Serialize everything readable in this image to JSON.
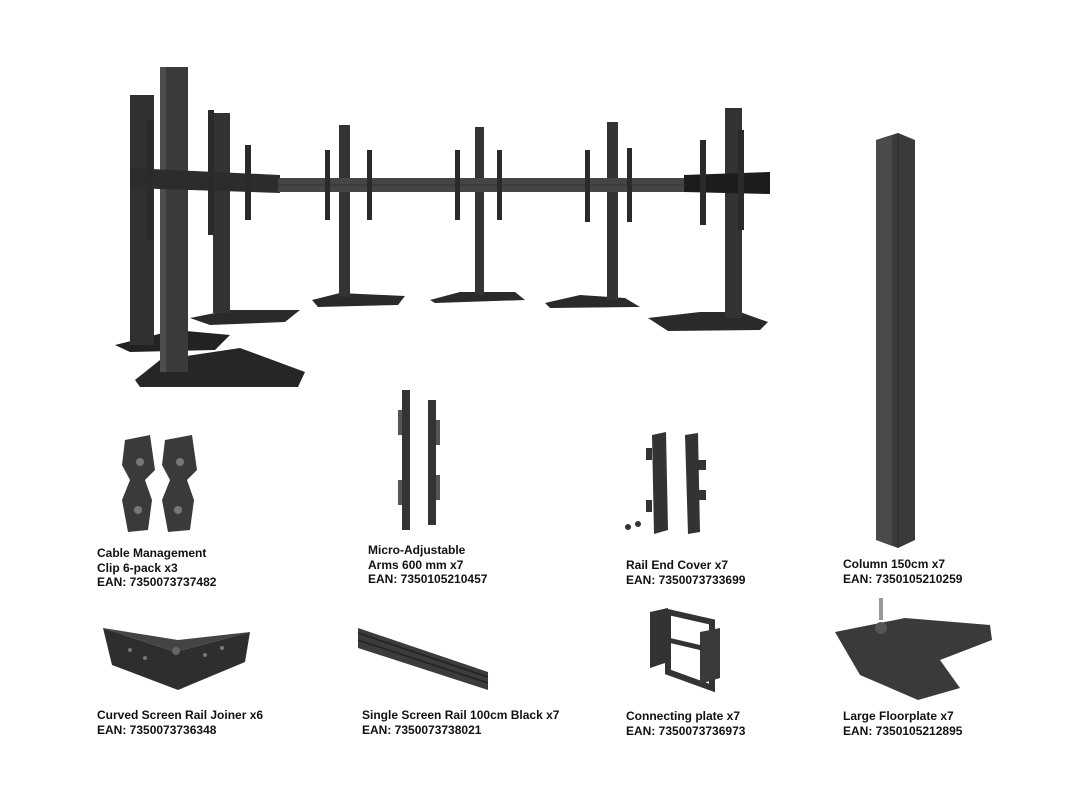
{
  "colors": {
    "metal_dark": "#2b2b2b",
    "metal_mid": "#3d3d3d",
    "metal_light": "#555555",
    "background": "#ffffff",
    "text": "#111111"
  },
  "parts": [
    {
      "id": "cable-clip",
      "lines": [
        "Cable Management",
        "Clip 6-pack x3"
      ],
      "ean": "EAN: 7350073737482"
    },
    {
      "id": "micro-arms",
      "lines": [
        "Micro-Adjustable",
        "Arms 600 mm x7"
      ],
      "ean": "EAN: 7350105210457"
    },
    {
      "id": "rail-end-cover",
      "lines": [
        "Rail End Cover x7"
      ],
      "ean": "EAN: 7350073733699"
    },
    {
      "id": "column",
      "lines": [
        "Column 150cm x7"
      ],
      "ean": "EAN: 7350105210259"
    },
    {
      "id": "rail-joiner",
      "lines": [
        "Curved Screen Rail Joiner x6"
      ],
      "ean": "EAN: 7350073736348"
    },
    {
      "id": "screen-rail",
      "lines": [
        "Single Screen Rail 100cm Black x7"
      ],
      "ean": "EAN: 7350073738021"
    },
    {
      "id": "connecting-plate",
      "lines": [
        "Connecting plate x7"
      ],
      "ean": "EAN: 7350073736973"
    },
    {
      "id": "floorplate",
      "lines": [
        "Large Floorplate x7"
      ],
      "ean": "EAN: 7350105212895"
    }
  ]
}
